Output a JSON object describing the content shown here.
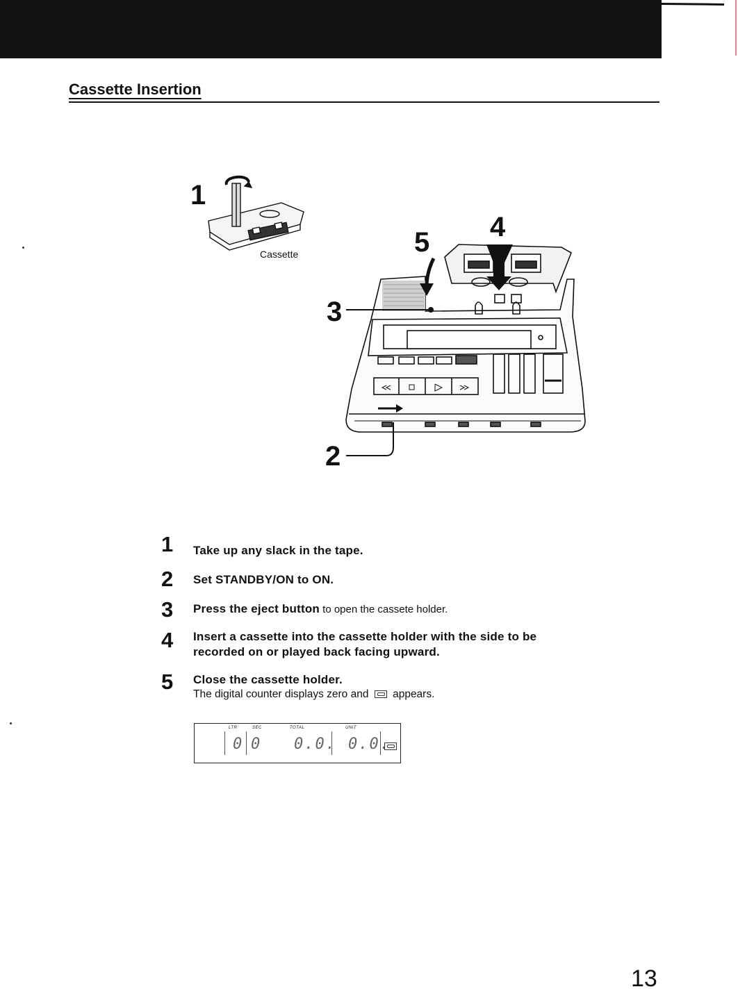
{
  "section": {
    "title": "Cassette Insertion"
  },
  "illustration": {
    "callouts": [
      "1",
      "2",
      "3",
      "4",
      "5"
    ],
    "cassette_label": "Cassette"
  },
  "steps": [
    {
      "number": "1",
      "bold": "Take up any slack in the tape.",
      "plain": ""
    },
    {
      "number": "2",
      "bold": "Set STANDBY/ON to ON.",
      "plain": ""
    },
    {
      "number": "3",
      "bold": "Press the eject button",
      "plain": " to open the cassete holder."
    },
    {
      "number": "4",
      "bold": "Insert a cassette into the cassette holder with the side to be",
      "bold_line2": "recorded on or played back facing upward."
    },
    {
      "number": "5",
      "bold": "Close the cassette holder.",
      "note_before": "The digital counter displays zero and",
      "note_icon": "tape-icon",
      "note_after": "appears."
    }
  ],
  "counter": {
    "labels": {
      "ltr": "LTR",
      "sec": "SEC",
      "total": "TOTAL",
      "unit": "UNIT"
    },
    "ltr_value": "0",
    "sec_value": "0",
    "total_value": "0.0.",
    "unit_value": "0.0."
  },
  "page": {
    "number": "13"
  }
}
